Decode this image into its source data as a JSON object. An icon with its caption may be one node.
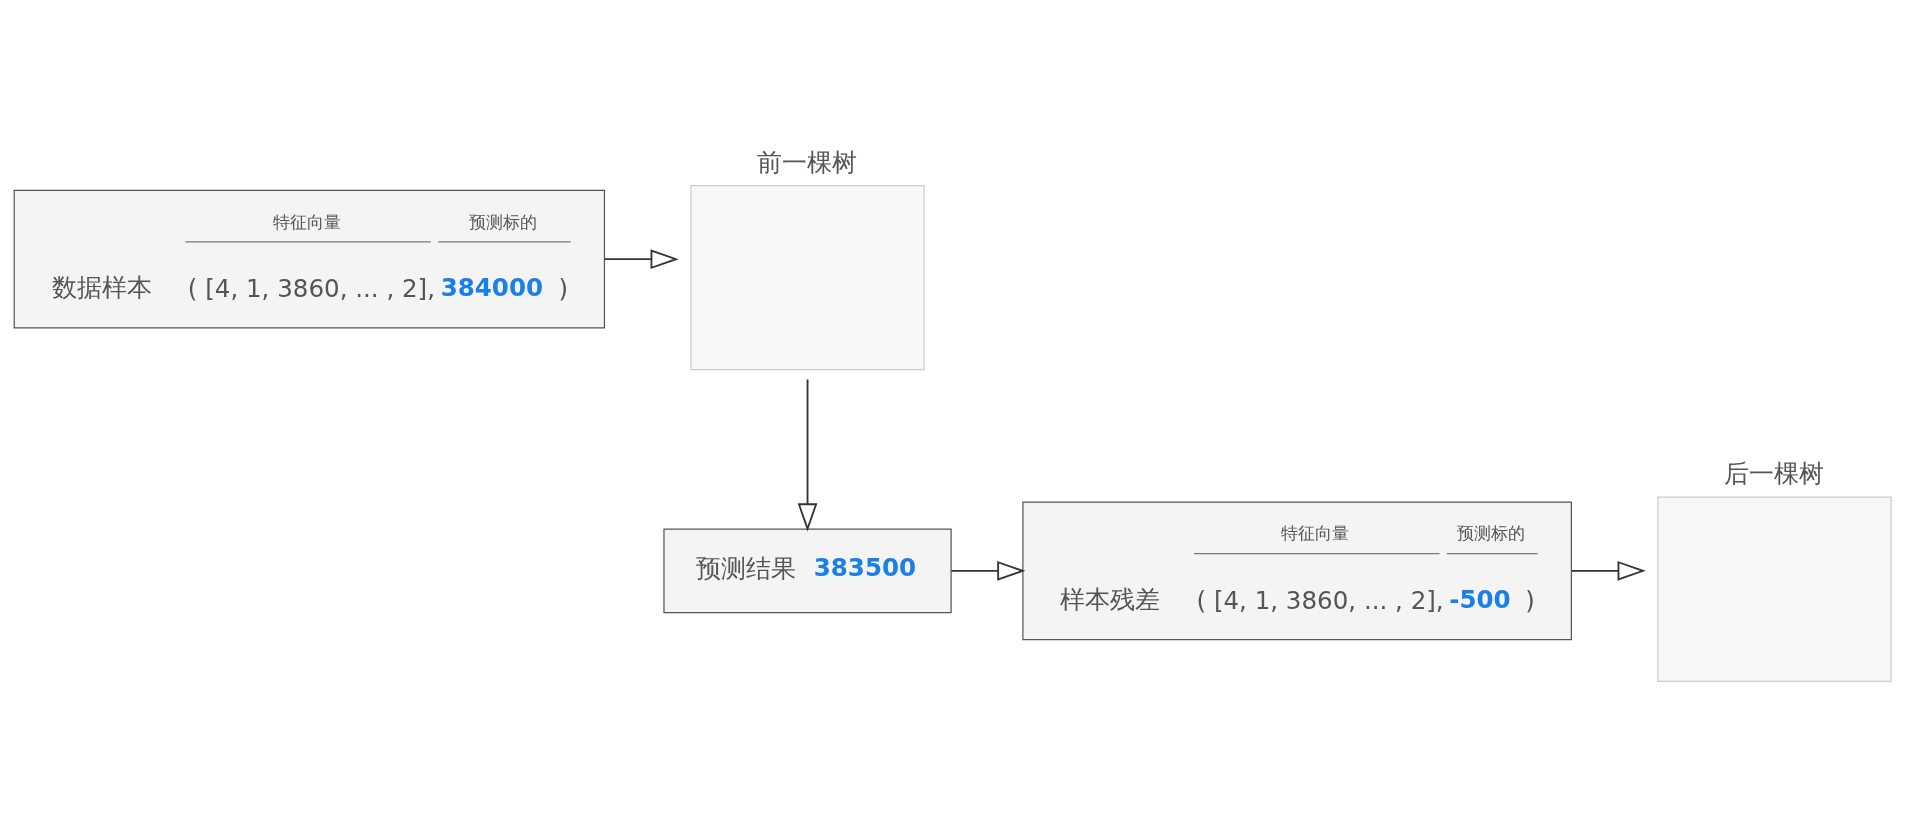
{
  "diagram": {
    "nodes": [
      {
        "text": [
          "特征向量",
          "预测标的",
          "数据样本",
          "( [4, 1, 3860, ... , 2],",
          "384000",
          ")"
        ]
      },
      {
        "text": [
          "前一棵树"
        ]
      },
      {
        "text": [
          "预测结果",
          "383500"
        ]
      },
      {
        "text": [
          "特征向量",
          "预测标的",
          "样本残差",
          "( [4, 1, 3860, ... , 2],",
          "-500",
          ")"
        ]
      },
      {
        "text": [
          "后一棵树"
        ]
      }
    ],
    "edges": [
      {
        "from": 0,
        "to": 1,
        "arrow": "to"
      },
      {
        "from": 1,
        "to": 2,
        "arrow": "to"
      },
      {
        "from": 2,
        "to": 3,
        "arrow": "to"
      },
      {
        "from": 3,
        "to": 4,
        "arrow": "to"
      }
    ]
  }
}
